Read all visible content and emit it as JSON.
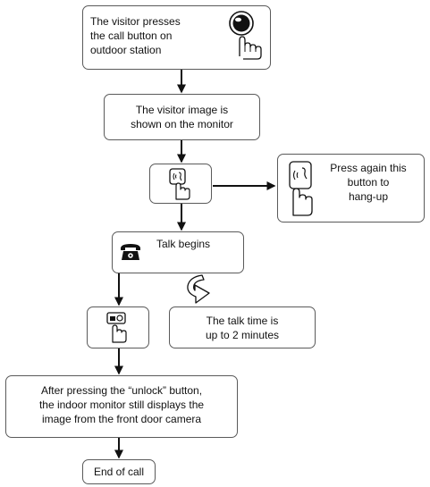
{
  "steps": {
    "visitor_press": "The visitor presses\nthe call button on\noutdoor station",
    "image_shown": "The visitor image is\nshown on the monitor",
    "hang_up": "Press again this\nbutton to\nhang-up",
    "talk_begins": "Talk begins",
    "talk_time": "The talk time is\nup to 2 minutes",
    "after_unlock": "After pressing the “unlock” button,\nthe indoor monitor still displays the\nimage from the front door camera",
    "end_of_call": "End of call"
  },
  "icons": {
    "call_button": "doorbell-press-icon",
    "talk_button": "talk-button-press-icon",
    "hangup_button": "hangup-button-press-icon",
    "phone": "telephone-icon",
    "unlock_button": "unlock-button-press-icon",
    "loop_arrow": "curved-arrow-icon"
  },
  "colors": {
    "stroke": "#5a5a5a",
    "arrow": "#111111",
    "text": "#111111"
  }
}
